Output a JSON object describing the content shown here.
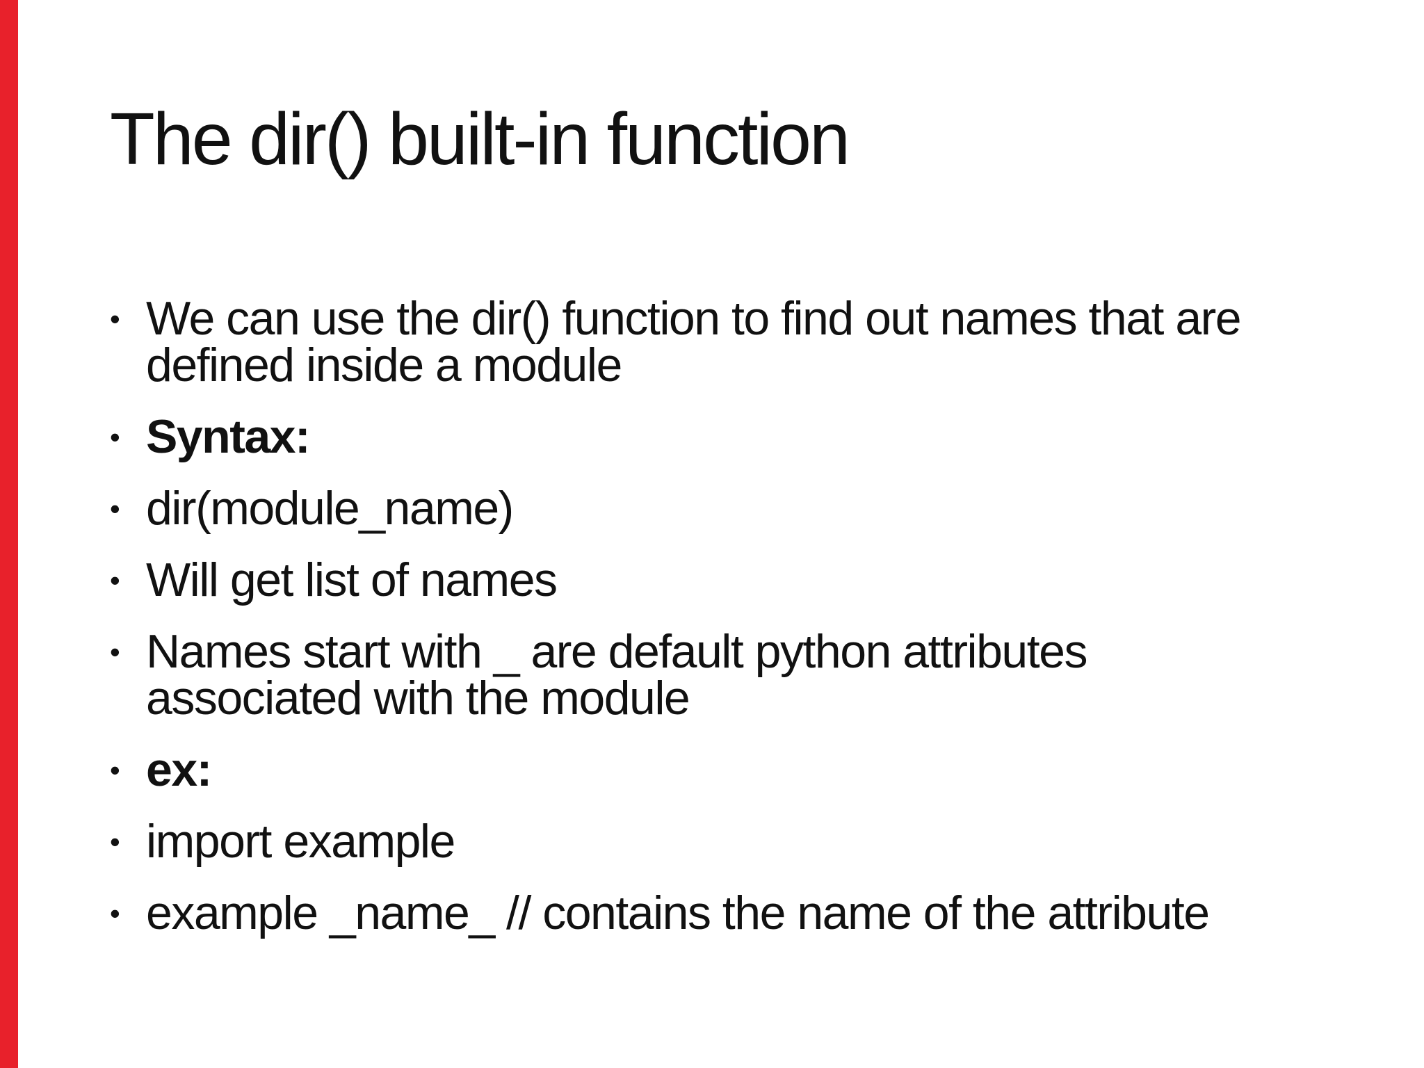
{
  "slide": {
    "background_color": "#ffffff",
    "accent_color": "#e8212b",
    "title": "The dir() built-in function",
    "bullets": [
      {
        "bold": false,
        "lines": [
          "We can use the dir() function to find out names that are",
          "defined inside a module"
        ]
      },
      {
        "bold": true,
        "lines": [
          "Syntax:"
        ]
      },
      {
        "bold": false,
        "lines": [
          "dir(module_name)"
        ]
      },
      {
        "bold": false,
        "lines": [
          "Will get list of names"
        ]
      },
      {
        "bold": false,
        "lines": [
          "Names start with _ are default python attributes",
          "associated with the module"
        ]
      },
      {
        "bold": true,
        "lines": [
          "ex:"
        ]
      },
      {
        "bold": false,
        "lines": [
          "import example"
        ]
      },
      {
        "bold": false,
        "lines": [
          "example _name_ // contains the name of the attribute"
        ]
      }
    ]
  }
}
